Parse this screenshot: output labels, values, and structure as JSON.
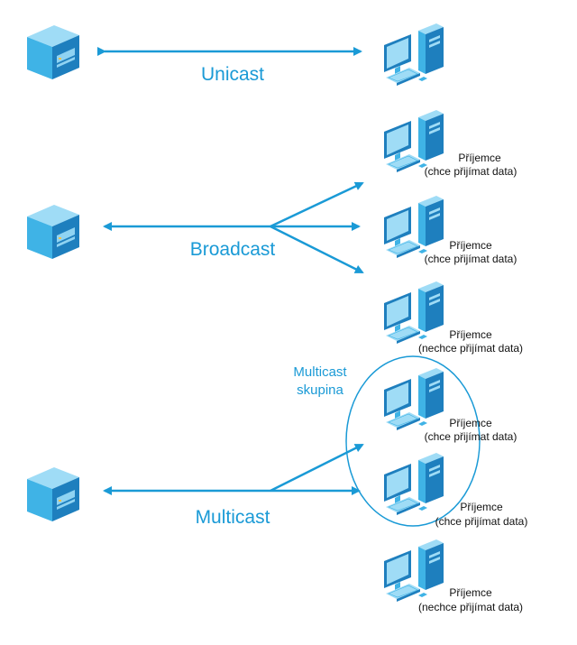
{
  "colors": {
    "accent": "#1a9ad6",
    "device_light": "#9fdcf6",
    "device_mid": "#3fb3e6",
    "device_dark": "#1e7fbe",
    "text": "#111111"
  },
  "icons": {
    "server": "server-icon",
    "computer": "computer-icon"
  },
  "sections": {
    "unicast": {
      "label": "Unicast"
    },
    "broadcast": {
      "label": "Broadcast",
      "receivers": [
        {
          "line1": "Příjemce",
          "line2": "(chce přijímat data)"
        },
        {
          "line1": "Příjemce",
          "line2": "(chce přijímat data)"
        },
        {
          "line1": "Příjemce",
          "line2": "(nechce přijímat data)"
        }
      ]
    },
    "multicast": {
      "label": "Multicast",
      "group_label_line1": "Multicast",
      "group_label_line2": "skupina",
      "receivers": [
        {
          "line1": "Příjemce",
          "line2": "(chce přijímat data)"
        },
        {
          "line1": "Příjemce",
          "line2": "(chce přijímat data)"
        },
        {
          "line1": "Příjemce",
          "line2": "(nechce přijímat data)"
        }
      ]
    }
  }
}
